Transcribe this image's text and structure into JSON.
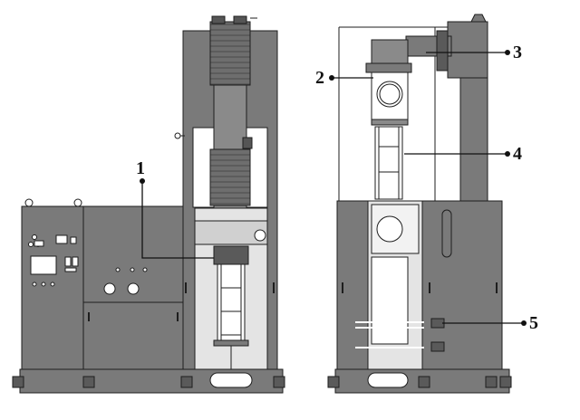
{
  "callouts": [
    {
      "id": "1",
      "text": "1"
    },
    {
      "id": "2",
      "text": "2"
    },
    {
      "id": "3",
      "text": "3"
    },
    {
      "id": "4",
      "text": "4"
    },
    {
      "id": "5",
      "text": "5"
    }
  ],
  "colors": {
    "body": "#7a7a7a",
    "body_dark": "#5a5a5a",
    "panel_light": "#e4e4e4",
    "outline": "#1e1e1e",
    "white": "#ffffff"
  }
}
